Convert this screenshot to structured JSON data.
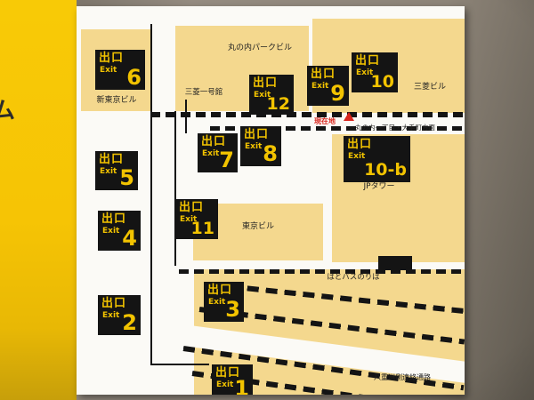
{
  "wall": {
    "partial_char": "ム"
  },
  "signs": {
    "jp": "出口",
    "en": "Exit"
  },
  "map": {
    "exits": [
      {
        "number": "6"
      },
      {
        "number": "12"
      },
      {
        "number": "9"
      },
      {
        "number": "10"
      },
      {
        "number": "7"
      },
      {
        "number": "8"
      },
      {
        "number": "5"
      },
      {
        "number": "10-b"
      },
      {
        "number": "11"
      },
      {
        "number": "4"
      },
      {
        "number": "3"
      },
      {
        "number": "2"
      },
      {
        "number": "1"
      }
    ],
    "buildings": {
      "shin_tokyo": "新東京ビル",
      "mitsubishi_ichigokan": "三菱一号館",
      "marunouchi_park": "丸の内パークビル",
      "mitsubishi": "三菱ビル",
      "jp_tower": "JPタワー",
      "tokyo_building": "東京ビル"
    },
    "labels": {
      "current_location": "現在地",
      "direction": "丸の内一丁目・大手町方面",
      "hato_bus": "はとバスのりば",
      "yaesu_passage": "八重洲側連絡通路"
    },
    "colors": {
      "sign_bg": "#141414",
      "sign_text": "#f2c300",
      "building_fill": "#f4d88e",
      "wall_yellow": "#f6c405",
      "marker_red": "#d9251d"
    }
  }
}
